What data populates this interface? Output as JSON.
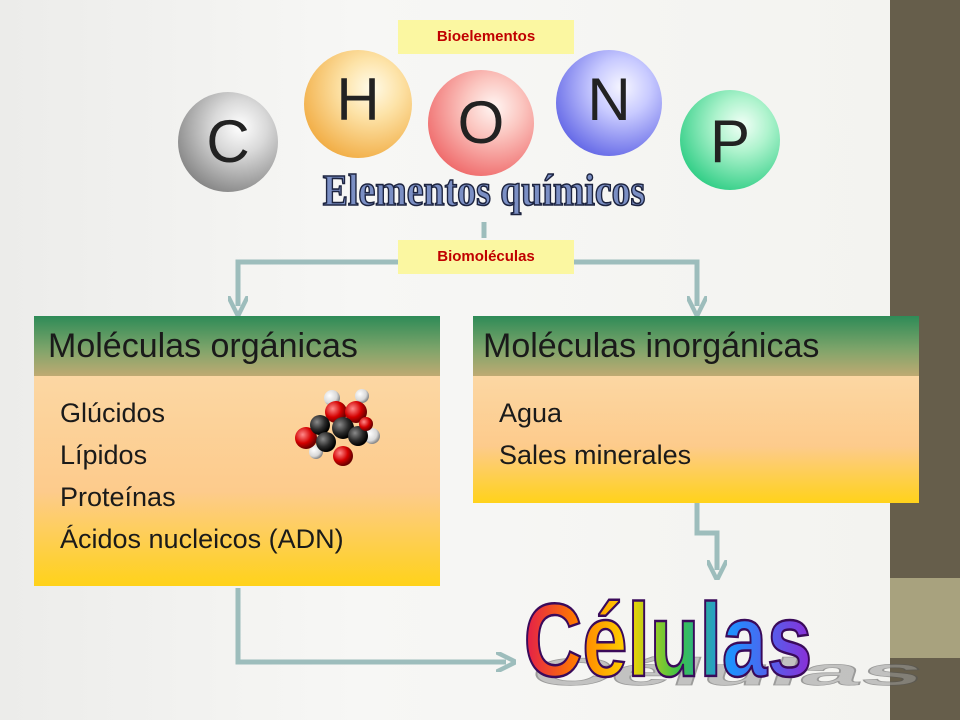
{
  "tags": {
    "bioelements": "Bioelementos",
    "biomolecules": "Biomoléculas"
  },
  "elements": [
    {
      "symbol": "C",
      "color": "#8a8a8a"
    },
    {
      "symbol": "H",
      "color": "#f2b04a"
    },
    {
      "symbol": "O",
      "color": "#f07070"
    },
    {
      "symbol": "N",
      "color": "#6a6ee8"
    },
    {
      "symbol": "P",
      "color": "#38d08a"
    }
  ],
  "title": "Elementos químicos",
  "organic": {
    "header": "Moléculas orgánicas",
    "items": [
      "Glúcidos",
      "Lípidos",
      "Proteínas",
      "Ácidos nucleicos (ADN)"
    ]
  },
  "inorganic": {
    "header": "Moléculas inorgánicas",
    "items": [
      "Agua",
      "Sales minerales"
    ]
  },
  "cells": "Células",
  "colors": {
    "arrow": "#9dbdbc",
    "tag_bg": "#fbf7a1",
    "tag_text": "#c00000",
    "title_fill": "#7b8fc4"
  }
}
